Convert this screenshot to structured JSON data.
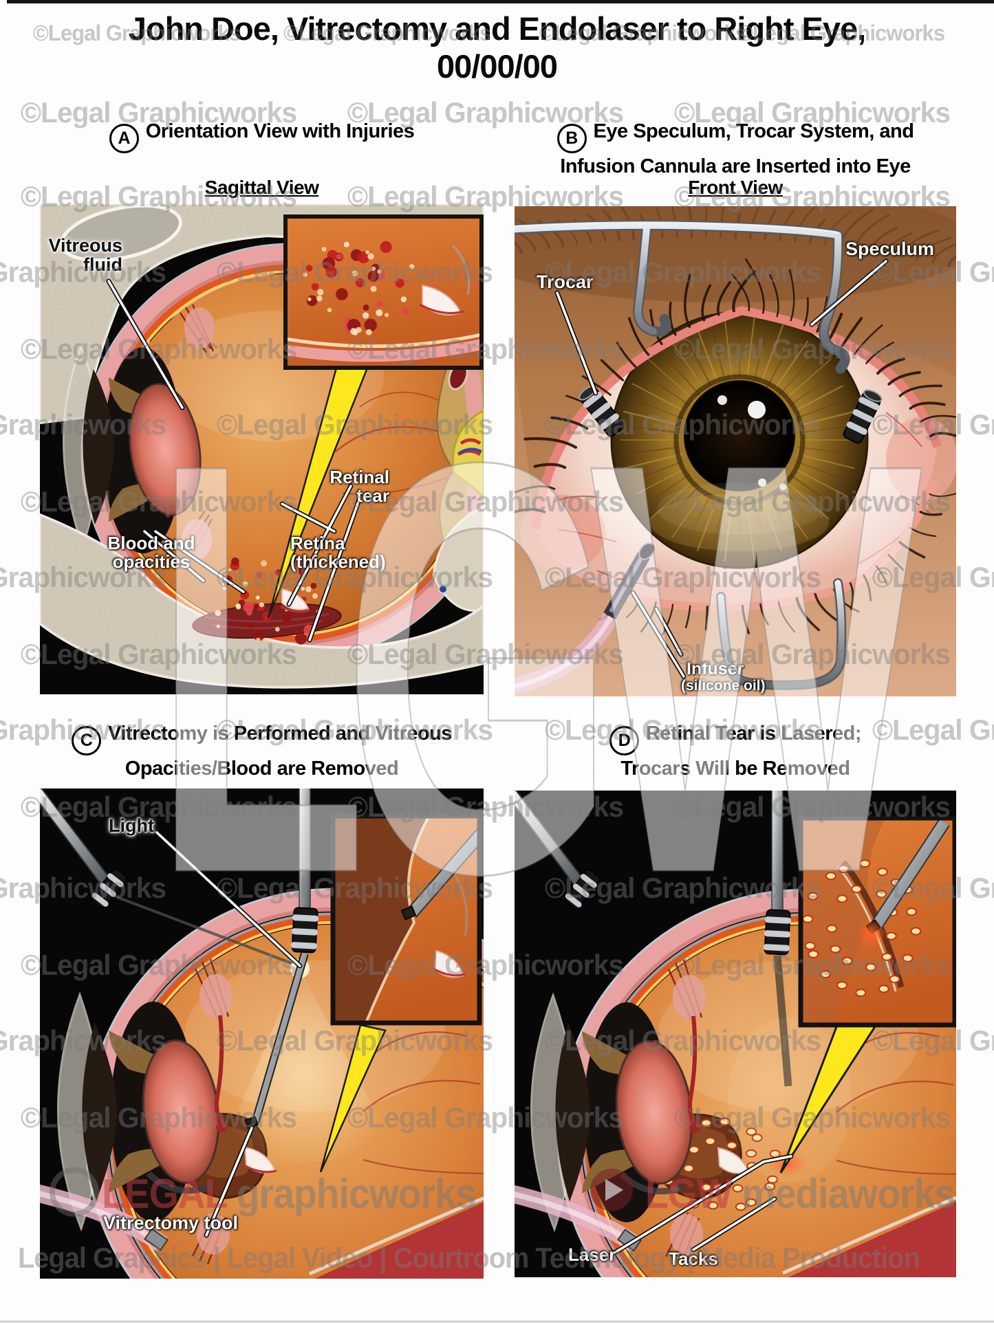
{
  "page": {
    "title_line1": "John Doe, Vitrectomy and Endolaser to Right Eye,",
    "title_line2": "00/00/00"
  },
  "watermarks": {
    "tile": "©Legal Graphicworks",
    "center": "LGW",
    "left_logo_red": "LEGAL",
    "left_logo_gray": " graphicworks",
    "right_logo_red": "LGW",
    "right_logo_gray": " mediaworks",
    "services": "Legal Graphics | Legal Video | Courtroom Technology | Media Production"
  },
  "panel_a": {
    "letter": "A",
    "title": "Orientation View with Injuries",
    "view": "Sagittal View",
    "label_vitreous": "Vitreous fluid",
    "label_tear": "Retinal tear",
    "label_blood": "Blood and opacities",
    "label_retina": "Retina (thickened)"
  },
  "panel_b": {
    "letter": "B",
    "title_line1": "Eye Speculum, Trocar System, and",
    "title_line2": "Infusion Cannula are Inserted into Eye",
    "view": "Front View",
    "label_trocar": "Trocar",
    "label_speculum": "Speculum",
    "label_infuser": "Infuser",
    "label_infuser_sub": "(silicone oil)"
  },
  "panel_c": {
    "letter": "C",
    "title_line1": "Vitrectomy is Performed and Vitreous",
    "title_line2": "Opacities/Blood are Removed",
    "label_light": "Light",
    "label_tool": "Vitrectomy tool"
  },
  "panel_d": {
    "letter": "D",
    "title_line1": "Retinal Tear is Lasered;",
    "title_line2": "Trocars Will be Removed",
    "label_laser": "Laser",
    "label_tacks": "Tacks"
  }
}
